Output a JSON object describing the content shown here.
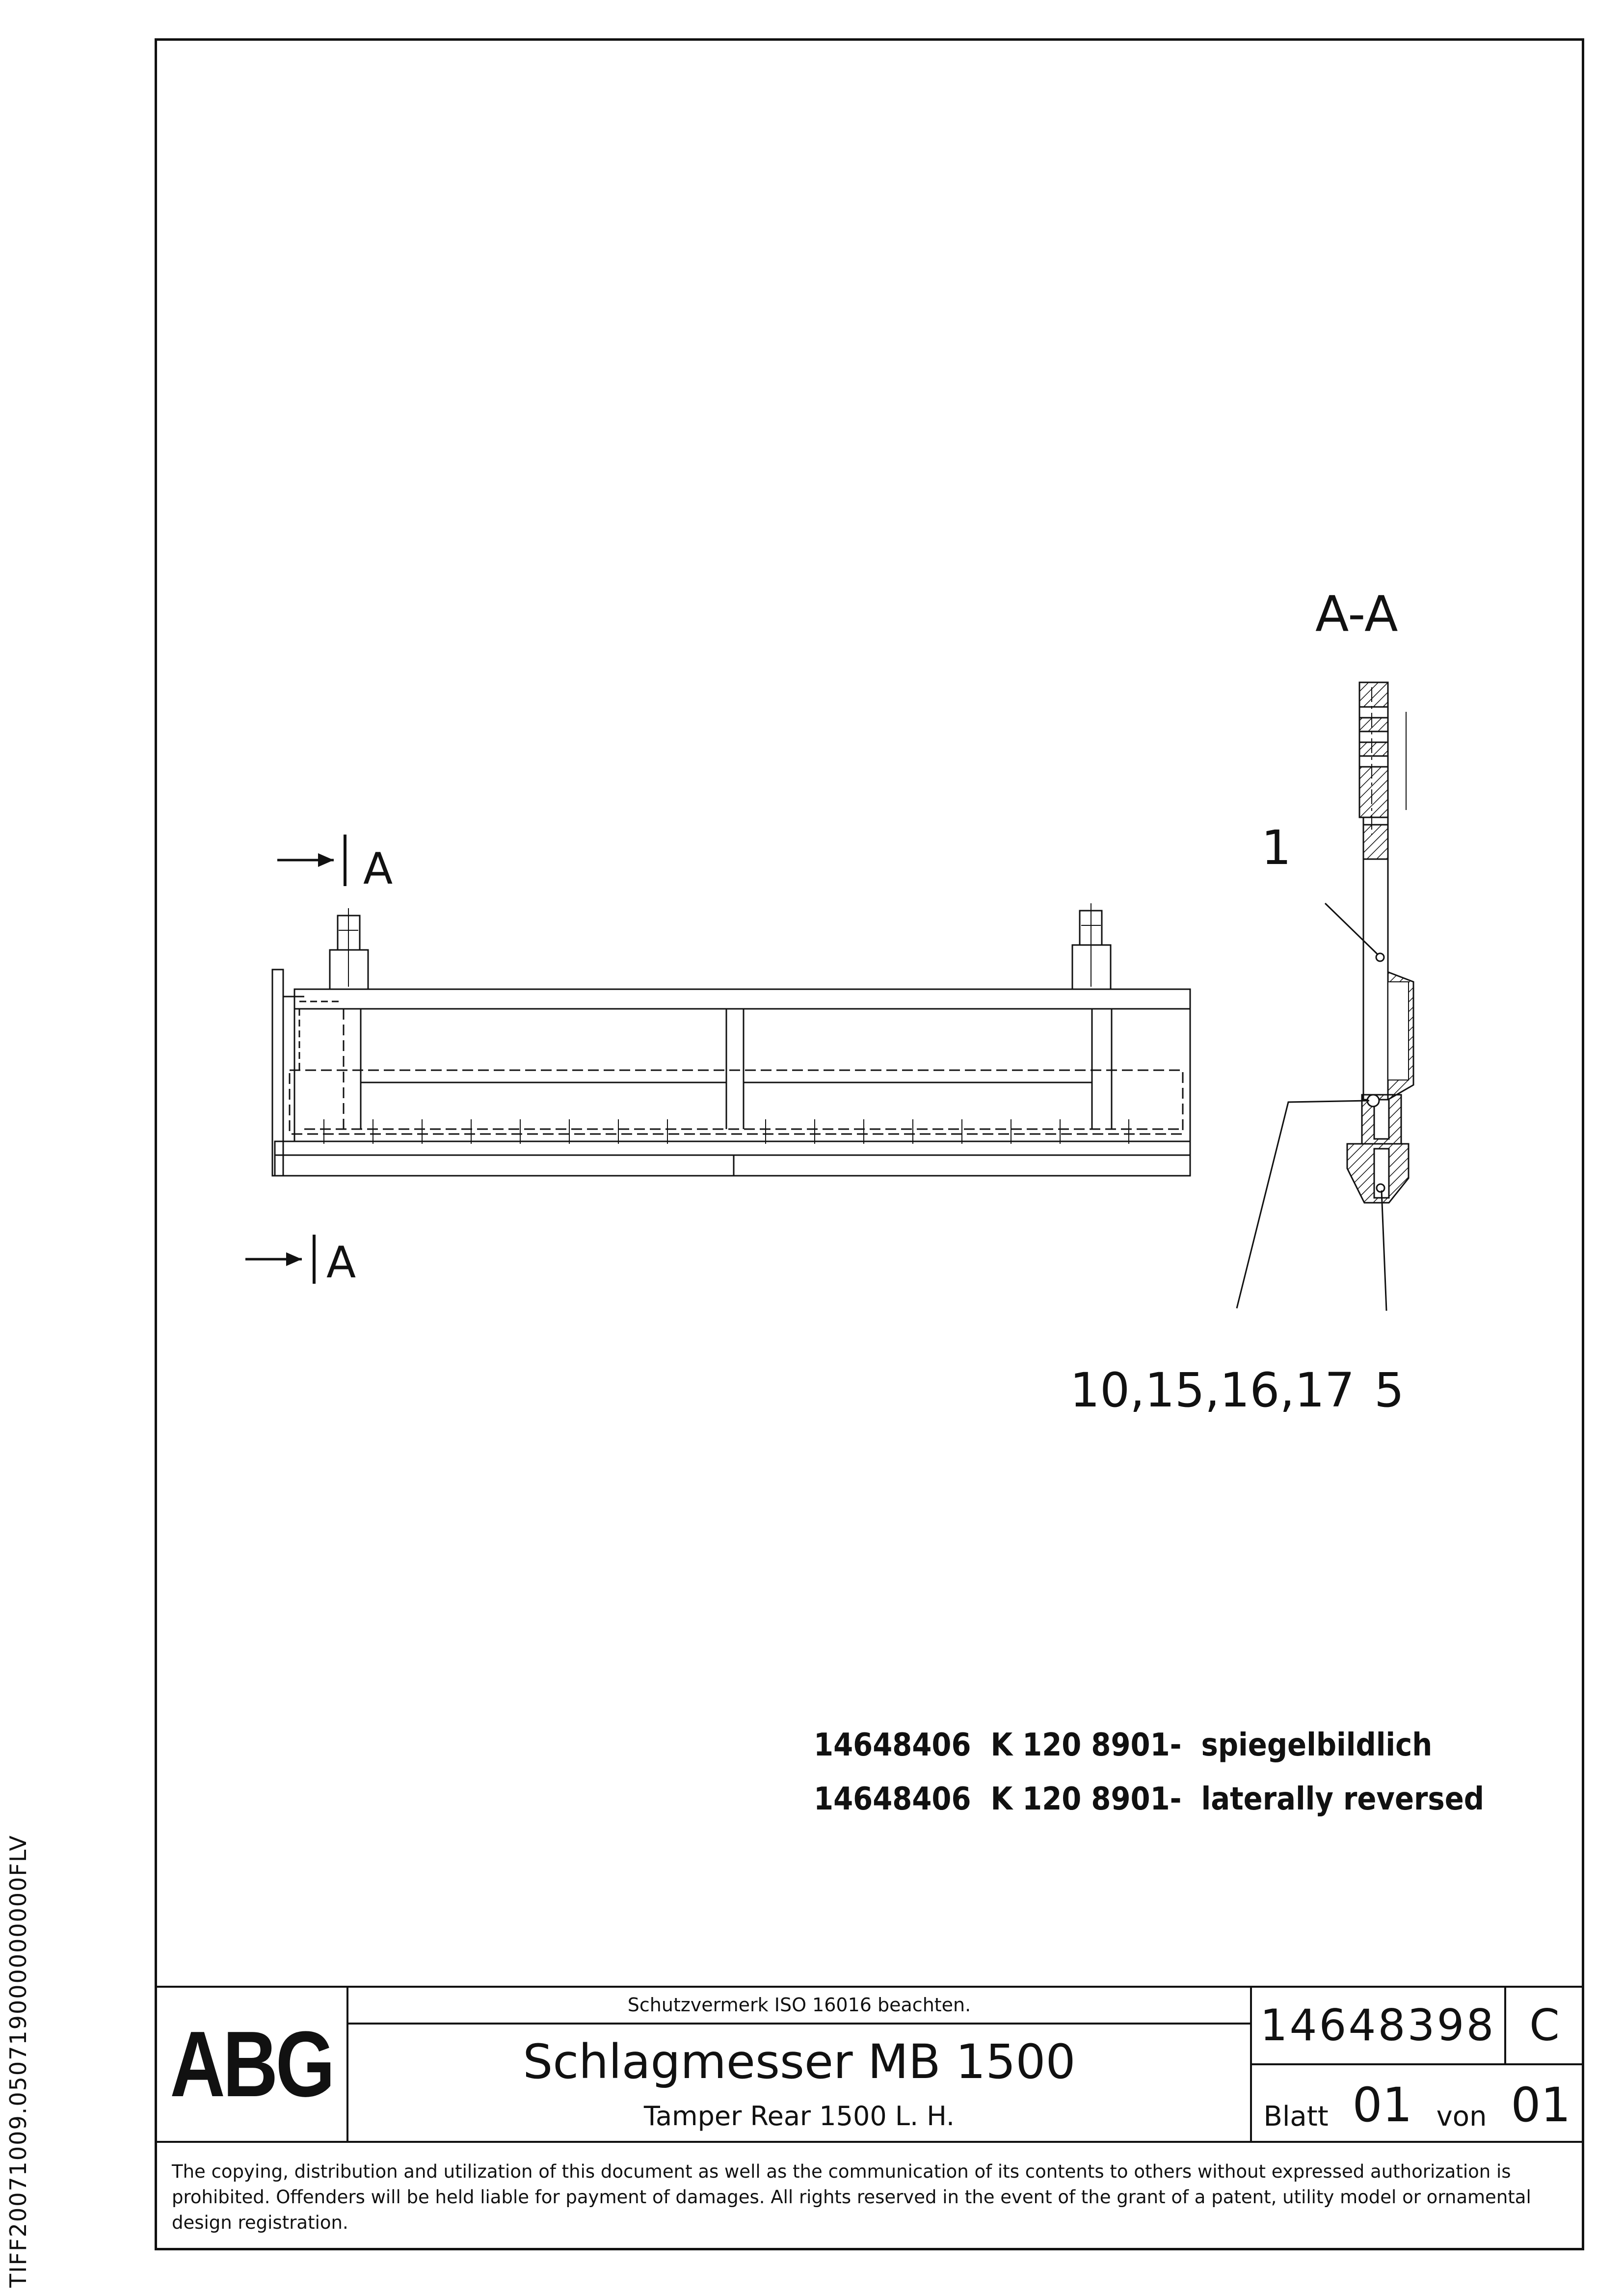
{
  "side_identifier": "TIFF20071009.050719000000000FLV",
  "section": {
    "title": "A-A",
    "marker_letter": "A"
  },
  "callouts": {
    "item_1": "1",
    "items_group": "10,15,16,17",
    "item_5": "5"
  },
  "notes": [
    {
      "part_no": "14648406",
      "ref": "K 120 8901-",
      "text": "spiegelbildlich"
    },
    {
      "part_no": "14648406",
      "ref": "K 120 8901-",
      "text": "laterally reversed"
    }
  ],
  "title_block": {
    "logo": "ABG",
    "protection_notice": "Schutzvermerk ISO 16016 beachten.",
    "title_de": "Schlagmesser MB 1500",
    "title_en": "Tamper Rear 1500 L. H.",
    "drawing_number": "14648398",
    "revision": "C",
    "sheet_label": "Blatt",
    "sheet_number": "01",
    "of_label": "von",
    "sheet_total": "01"
  },
  "copyright": "The copying, distribution and utilization of this document as well as the communication of its contents to others without expressed authorization is prohibited. Offenders will be held liable for payment of damages. All rights reserved in the event of the grant of a patent, utility model or ornamental design registration."
}
